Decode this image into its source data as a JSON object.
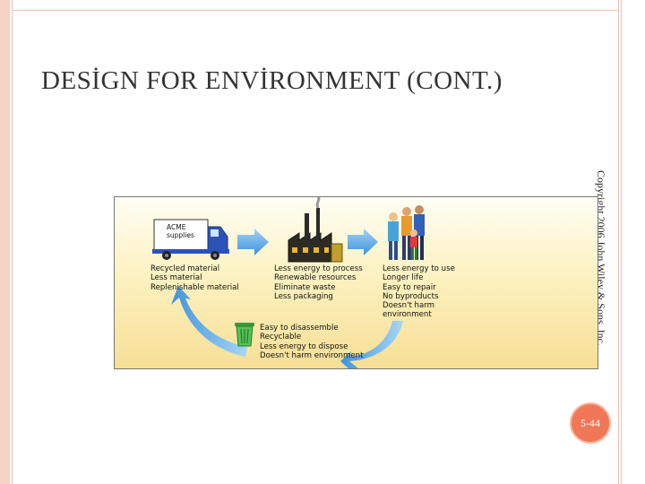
{
  "slide": {
    "title": "DESİGN FOR ENVİRONMENT (CONT.)",
    "copyright": "Copyright 2006 John Wiley & Sons, Inc.",
    "page_number": "5-44"
  },
  "diagram": {
    "truck_sign": [
      "ACME",
      "supplies"
    ],
    "stages": [
      {
        "id": "materials",
        "icon": "truck-icon",
        "lines": [
          "Recycled material",
          "Less material",
          "Replenishable material"
        ]
      },
      {
        "id": "manufacturing",
        "icon": "factory-icon",
        "lines": [
          "Less energy to process",
          "Renewable resources",
          "Eliminate waste",
          "Less packaging"
        ]
      },
      {
        "id": "use",
        "icon": "people-icon",
        "lines": [
          "Less energy to use",
          "Longer life",
          "Easy to repair",
          "No byproducts",
          "Doesn't harm",
          "environment"
        ]
      },
      {
        "id": "disposal",
        "icon": "recycle-bin-icon",
        "lines": [
          "Easy to disassemble",
          "Recyclable",
          "Less energy to dispose",
          "Doesn't harm environment"
        ]
      }
    ],
    "colors": {
      "arrow": "#55a6e6",
      "background": "#f9e6a6",
      "truck": "#2c52b8"
    }
  }
}
